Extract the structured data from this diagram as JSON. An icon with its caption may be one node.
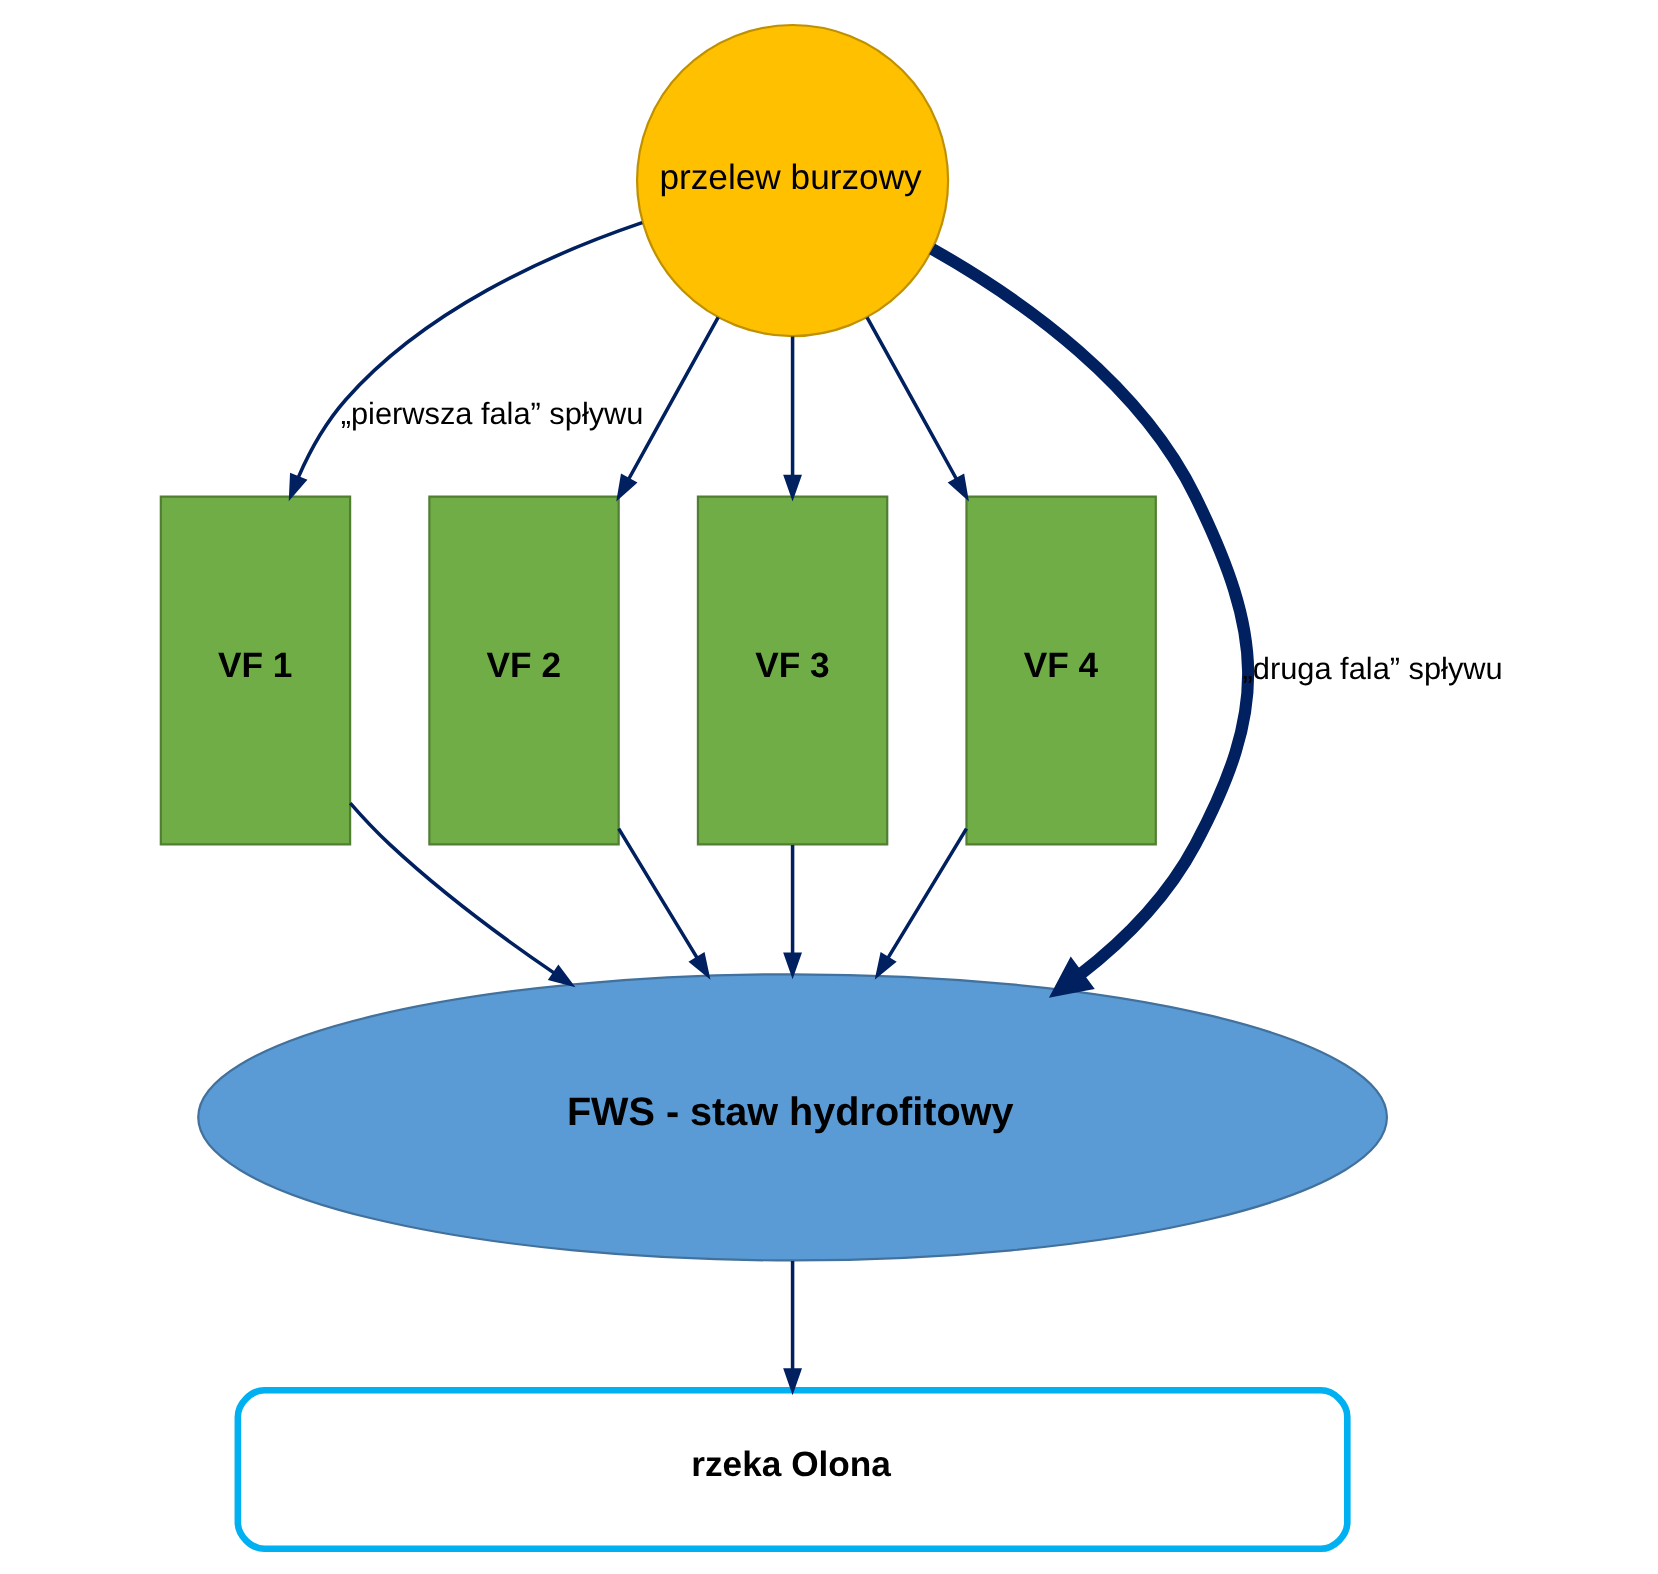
{
  "diagram": {
    "nodes": [
      {
        "text": [
          "przelew burzowy"
        ]
      },
      {
        "text": [
          "VF 1"
        ]
      },
      {
        "text": [
          "VF 2"
        ]
      },
      {
        "text": [
          "VF 3"
        ]
      },
      {
        "text": [
          "VF 4"
        ]
      },
      {
        "text": [
          "FWS - staw hydrofitowy"
        ]
      },
      {
        "text": [
          "rzeka Olona"
        ]
      }
    ],
    "edges": [
      {
        "from": 0,
        "to": 1,
        "arrow": "to",
        "label": "„pierwsza fala” spływu"
      },
      {
        "from": 0,
        "to": 2,
        "arrow": "to"
      },
      {
        "from": 0,
        "to": 3,
        "arrow": "to"
      },
      {
        "from": 0,
        "to": 4,
        "arrow": "to"
      },
      {
        "from": 1,
        "to": 5,
        "arrow": "to"
      },
      {
        "from": 2,
        "to": 5,
        "arrow": "to"
      },
      {
        "from": 3,
        "to": 5,
        "arrow": "to"
      },
      {
        "from": 4,
        "to": 5,
        "arrow": "to"
      },
      {
        "from": 0,
        "to": 5,
        "arrow": "to",
        "label": "„druga fala” spływu",
        "style": "thick"
      },
      {
        "from": 5,
        "to": 6,
        "arrow": "to"
      }
    ]
  }
}
